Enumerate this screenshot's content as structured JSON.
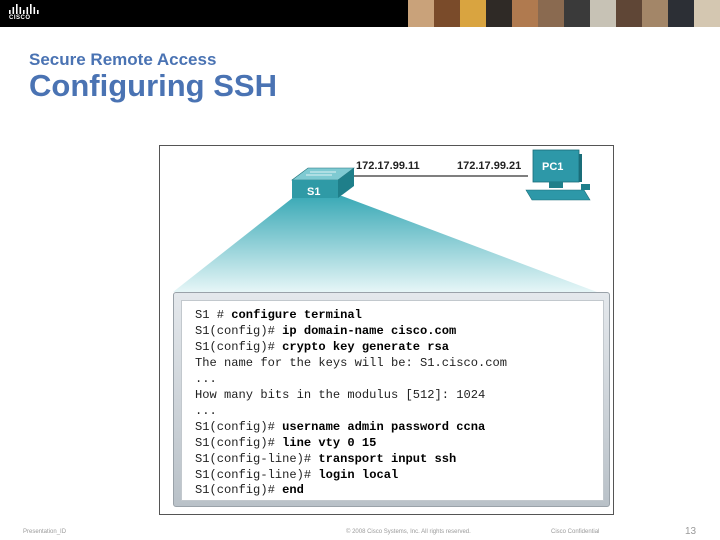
{
  "header": {
    "logo_text": "CISCO",
    "photo_colors": [
      "#c9a27a",
      "#7a4b2a",
      "#d9a440",
      "#2f2a26",
      "#b07a4f",
      "#8a6a50",
      "#3a3a3a",
      "#c7c2b5",
      "#5f4636",
      "#a38668",
      "#2c2f35",
      "#d4c7b1"
    ]
  },
  "slide": {
    "subtitle": "Secure Remote Access",
    "title": "Configuring SSH"
  },
  "topology": {
    "switch_label": "S1",
    "switch_ip": "172.17.99.11",
    "pc_label": "PC1",
    "pc_ip": "172.17.99.21"
  },
  "terminal": {
    "lines": [
      {
        "prompt": "S1 # ",
        "command": "configure terminal"
      },
      {
        "prompt": "S1(config)# ",
        "command": "ip domain-name cisco.com"
      },
      {
        "prompt": "S1(config)# ",
        "command": "crypto key generate rsa"
      },
      {
        "prompt": "The name for the keys will be: S1.cisco.com",
        "command": ""
      },
      {
        "prompt": "...",
        "command": ""
      },
      {
        "prompt": "How many bits in the modulus [512]: 1024",
        "command": ""
      },
      {
        "prompt": "...",
        "command": ""
      },
      {
        "prompt": "S1(config)# ",
        "command": "username admin password ccna"
      },
      {
        "prompt": "S1(config)# ",
        "command": "line vty 0 15"
      },
      {
        "prompt": "S1(config-line)# ",
        "command": "transport input ssh"
      },
      {
        "prompt": "S1(config-line)# ",
        "command": "login local"
      },
      {
        "prompt": "S1(config)# ",
        "command": "end"
      }
    ]
  },
  "footer": {
    "presentation_id": "Presentation_ID",
    "copyright": "© 2008 Cisco Systems, Inc. All rights reserved.",
    "confidential": "Cisco Confidential",
    "page_number": "13"
  },
  "colors": {
    "title": "#4a73b3",
    "switch": "#2f9aa6",
    "pc": "#2d98a8",
    "beam": "#8fd3d9"
  }
}
